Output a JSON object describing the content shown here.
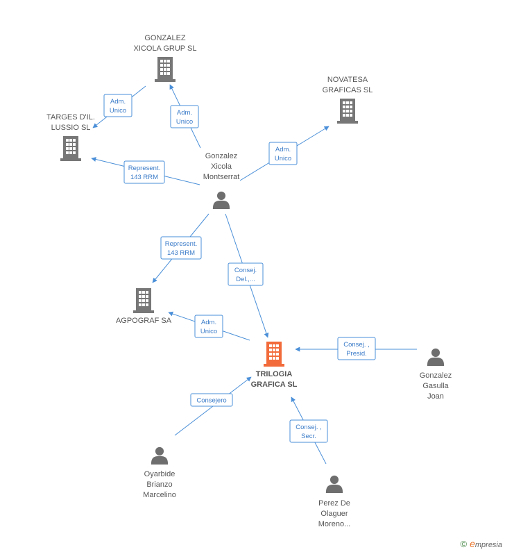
{
  "colors": {
    "edge": "#4a8fd8",
    "edge_label_border": "#4a8fd8",
    "edge_label_text": "#3a7bc8",
    "company_icon": "#777777",
    "main_company_icon": "#f26b3a",
    "person_icon": "#6e6e6e",
    "text": "#555555"
  },
  "nodes": [
    {
      "id": "gonzalez_xicola_grup",
      "kind": "company",
      "lines": [
        "GONZALEZ",
        "XICOLA GRUP SL"
      ]
    },
    {
      "id": "novatesa",
      "kind": "company",
      "lines": [
        "NOVATESA",
        "GRAFICAS SL"
      ]
    },
    {
      "id": "targes",
      "kind": "company",
      "lines": [
        "TARGES D'IL.",
        "LUSSIO SL"
      ]
    },
    {
      "id": "gonzalez_xicola_montserrat",
      "kind": "person",
      "lines": [
        "Gonzalez",
        "Xicola",
        "Montserrat"
      ]
    },
    {
      "id": "agpograf",
      "kind": "company",
      "lines": [
        "AGPOGRAF SA"
      ]
    },
    {
      "id": "trilogia",
      "kind": "main-company",
      "lines": [
        "TRILOGIA",
        "GRAFICA SL"
      ]
    },
    {
      "id": "gonzalez_gasulla",
      "kind": "person",
      "lines": [
        "Gonzalez",
        "Gasulla",
        "Joan"
      ]
    },
    {
      "id": "oyarbide",
      "kind": "person",
      "lines": [
        "Oyarbide",
        "Brianzo",
        "Marcelino"
      ]
    },
    {
      "id": "perez",
      "kind": "person",
      "lines": [
        "Perez De",
        "Olaguer",
        "Moreno..."
      ]
    }
  ],
  "edges": [
    {
      "id": "e1",
      "lines": [
        "Adm.",
        "Unico"
      ]
    },
    {
      "id": "e2",
      "lines": [
        "Adm.",
        "Unico"
      ]
    },
    {
      "id": "e3",
      "lines": [
        "Adm.",
        "Unico"
      ]
    },
    {
      "id": "e4",
      "lines": [
        "Represent.",
        "143 RRM"
      ]
    },
    {
      "id": "e5",
      "lines": [
        "Represent.",
        "143 RRM"
      ]
    },
    {
      "id": "e6",
      "lines": [
        "Consej.",
        "Del.,..."
      ]
    },
    {
      "id": "e7",
      "lines": [
        "Adm.",
        "Unico"
      ]
    },
    {
      "id": "e8",
      "lines": [
        "Consej. ,",
        "Presid."
      ]
    },
    {
      "id": "e9",
      "lines": [
        "Consejero"
      ]
    },
    {
      "id": "e10",
      "lines": [
        "Consej. ,",
        "Secr."
      ]
    }
  ],
  "footer": {
    "copyright_symbol": "©",
    "brand_initial": "e",
    "brand_rest": "mpresia"
  }
}
